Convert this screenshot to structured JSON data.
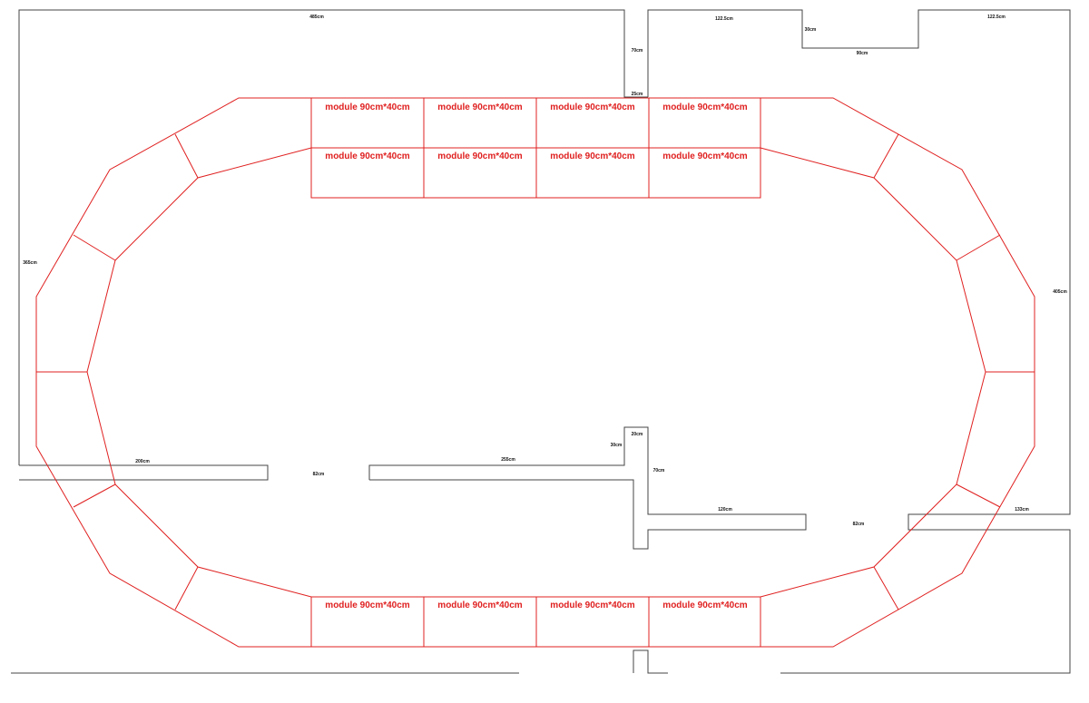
{
  "colors": {
    "walls": "#444444",
    "track": "#e02020",
    "module_label": "#e02020",
    "dimension_text": "#111111"
  },
  "module_label": "module 90cm*40cm",
  "dimensions": {
    "top_wall": "485cm",
    "room_a_depth": "70cm",
    "top_gap": "25cm",
    "top_right_a": "122.5cm",
    "notch_depth": "30cm",
    "notch_width": "90cm",
    "top_right_b": "122.5cm",
    "left_wall": "365cm",
    "right_wall": "405cm",
    "bottom_left": "200cm",
    "door_left": "82cm",
    "bottom_mid": "255cm",
    "pillar_a": "20cm",
    "pillar_b": "30cm",
    "pillar_c": "70cm",
    "bottom_right_a": "120cm",
    "door_right": "82cm",
    "bottom_right_b": "133cm"
  }
}
